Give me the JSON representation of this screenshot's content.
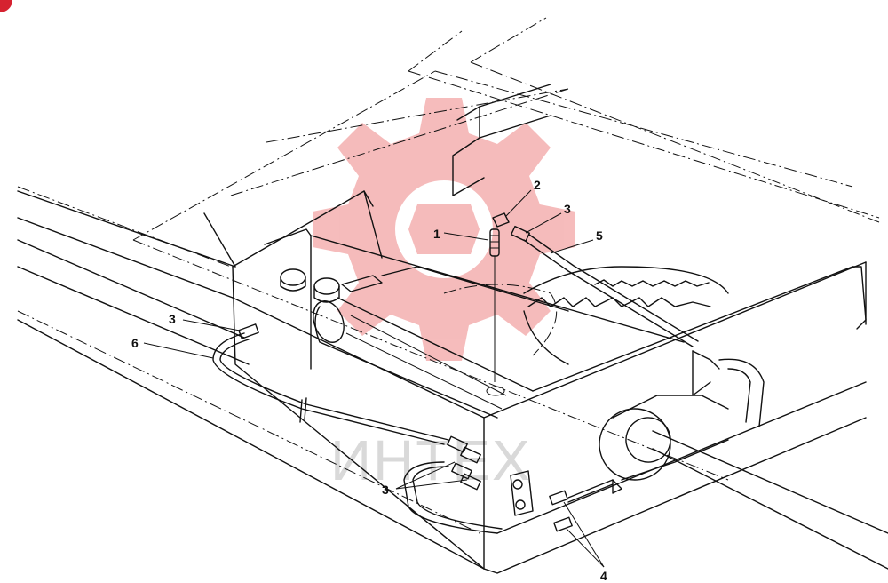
{
  "watermark": {
    "text": "ИНТЕХ",
    "logo_color": "#f4b0b0",
    "text_color": "#d9d9d9"
  },
  "corner_badge_color": "#d62230",
  "callouts": [
    {
      "id": "c1",
      "label": "1"
    },
    {
      "id": "c2",
      "label": "2"
    },
    {
      "id": "c3a",
      "label": "3"
    },
    {
      "id": "c5",
      "label": "5"
    },
    {
      "id": "c3b",
      "label": "3"
    },
    {
      "id": "c6",
      "label": "6"
    },
    {
      "id": "c3c",
      "label": "3"
    },
    {
      "id": "c4",
      "label": "4"
    }
  ]
}
